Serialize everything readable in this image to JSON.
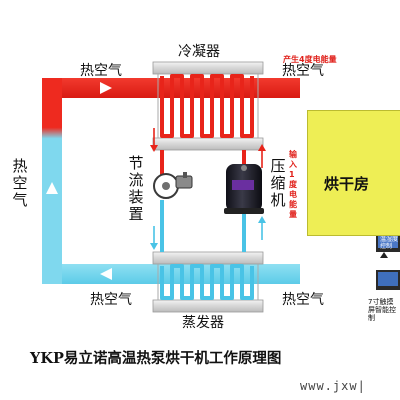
{
  "diagram": {
    "condenser": "冷凝器",
    "evaporator": "蒸发器",
    "hot_air": {
      "top_left": "热空气",
      "top_right": "热空气",
      "bottom_left": "热空气",
      "bottom_right": "热空气",
      "left_vertical": "热空气"
    },
    "throttle_device": "节流装置",
    "compressor": "压缩机",
    "output_note": "产生4度电能量",
    "input_note": "输入1度电能量",
    "drying_room": "烘干房",
    "controller_note_1": "温湿度控制",
    "controller_note_2": "7寸触摸屏智能控制",
    "caption": "YKP易立诺高温热泵烘干机工作原理图",
    "watermark": "www.jxw|"
  },
  "colors": {
    "hot_pipe": "#ee2a1f",
    "cold_pipe": "#7fd8ee",
    "dry_room": "#eeee55",
    "note_red": "#e0201a"
  }
}
